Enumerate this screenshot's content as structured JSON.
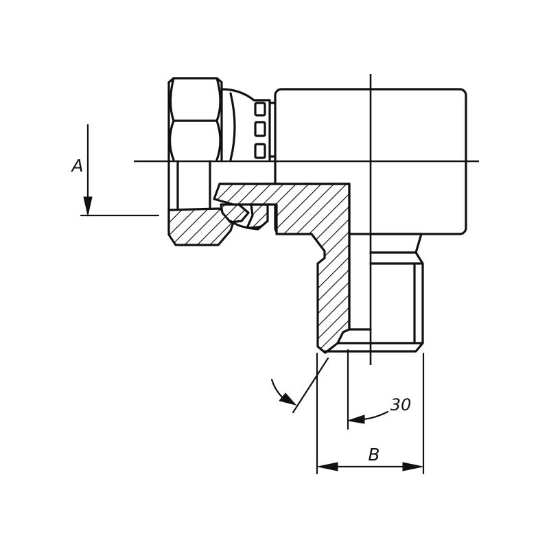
{
  "labels": {
    "dim_a": "A",
    "dim_b": "B",
    "angle": "30"
  },
  "colors": {
    "line": "#111111",
    "background": "#ffffff"
  }
}
